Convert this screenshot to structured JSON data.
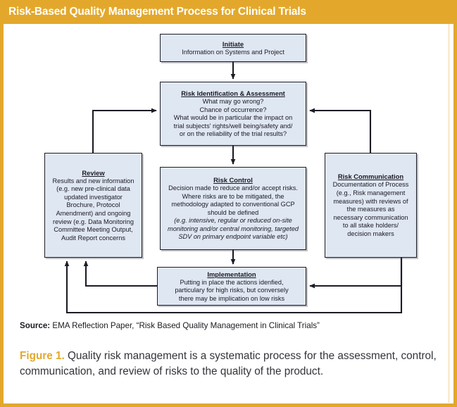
{
  "header": {
    "title": "Risk-Based Quality Management Process for Clinical Trials",
    "bar_color": "#e3a82b",
    "text_color": "#ffffff"
  },
  "colors": {
    "accent": "#e3a82b",
    "node_fill": "#dfe7f3",
    "node_border": "#1c1c26",
    "body_text": "#1a1a22"
  },
  "diagram": {
    "type": "flowchart",
    "nodes": [
      {
        "id": "initiate",
        "title": "Initiate",
        "body": "Information on Systems and Project",
        "body_italic": ""
      },
      {
        "id": "risk-identification",
        "title": "Risk Identification &\nAssessment",
        "body": "What may go wrong?\nChance of occurrence?\nWhat would be in particular the impact on\ntrial subjects' rights/well being/safety and/\nor on the reliability of the trial results?",
        "body_italic": ""
      },
      {
        "id": "risk-control",
        "title": "Risk Control",
        "body": "Decision made to reduce and/or accept risks.\nWhere risks are to be mitigated, the\nmethodology adapted to conventional GCP\nshould be defined",
        "body_italic": "(e.g. intensive, regular or reduced on-site\nmonitoring and/or central monitoring, targeted\nSDV on primary endpoint variable etc)"
      },
      {
        "id": "review",
        "title": "Review",
        "body": "Results and new information\n(e.g. new pre-clinical data\nupdated investigator\nBrochure, Protocol\nAmendment) and ongoing\nreview (e.g. Data Monitoring\nCommittee Meeting Output,\nAudit Report concerns",
        "body_italic": ""
      },
      {
        "id": "risk-communication",
        "title": "Risk Communication",
        "body": "Documentation of Process\n(e.g., Risk management\nmeasures) with reviews of\nthe measures as\nnecessary communication\nto all stake holders/\ndecision makers",
        "body_italic": ""
      },
      {
        "id": "implementation",
        "title": "Implementation",
        "body": "Putting in place the actions idenfied,\nparticulary for high risks, but conversely\nthere may be implication on low risks",
        "body_italic": ""
      }
    ],
    "edges": [
      {
        "from": "initiate",
        "to": "risk-identification"
      },
      {
        "from": "risk-identification",
        "to": "risk-control"
      },
      {
        "from": "risk-control",
        "to": "implementation"
      },
      {
        "from": "implementation",
        "to": "review"
      },
      {
        "from": "review",
        "to": "risk-identification"
      },
      {
        "from": "risk-communication",
        "to": "risk-identification"
      },
      {
        "from": "implementation",
        "to": "risk-communication"
      },
      {
        "from": "risk-control",
        "to": "review"
      }
    ]
  },
  "source": {
    "label": "Source:",
    "text": " EMA Reflection Paper, “Risk Based Quality Management in Clinical Trials”"
  },
  "caption": {
    "figure_number": "Figure 1.",
    "text": " Quality risk management is a systematic process for the assessment, control, communication, and review of risks to the quality of the product."
  }
}
